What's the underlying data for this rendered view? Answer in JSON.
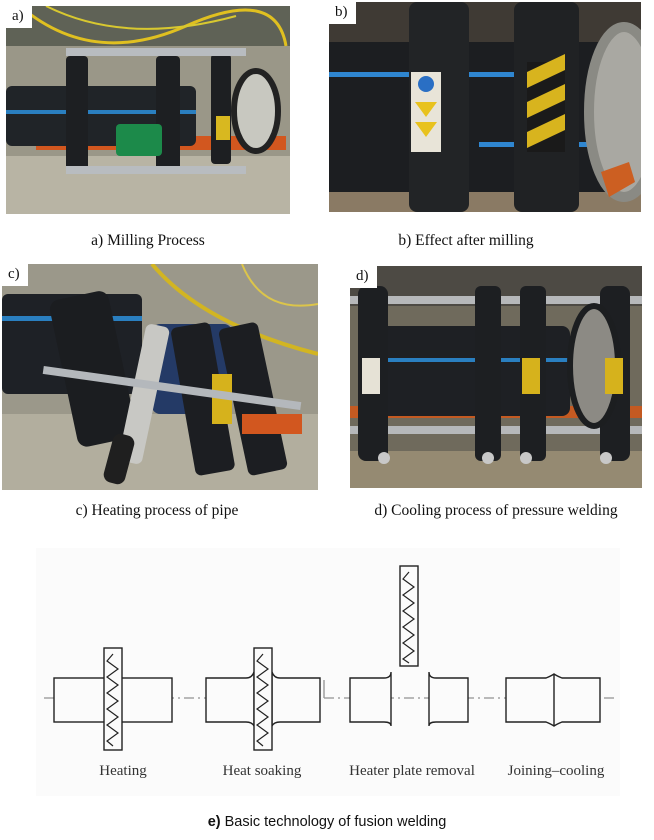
{
  "panels": [
    {
      "tag": "a)",
      "caption": "a) Milling Process"
    },
    {
      "tag": "b)",
      "caption": "b) Effect after milling"
    },
    {
      "tag": "c)",
      "caption": "c) Heating process of pipe"
    },
    {
      "tag": "d)",
      "caption": "d) Cooling process of pressure welding"
    }
  ],
  "diagram": {
    "stages": [
      "Heating",
      "Heat soaking",
      "Heater plate removal",
      "Joining–cooling"
    ]
  },
  "figure_caption": {
    "label": "e)",
    "text": " Basic technology of fusion welding"
  }
}
